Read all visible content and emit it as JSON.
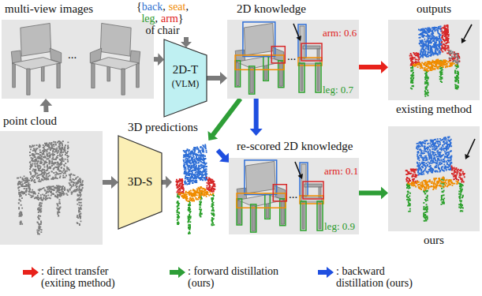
{
  "diagram": {
    "nodes": [
      {
        "text": [
          "multi-view images",
          "..."
        ]
      },
      {
        "text": [
          "2D-T",
          "(VLM)"
        ]
      },
      {
        "text": [
          "2D knowledge",
          "...",
          "arm: 0.6",
          "leg: 0.7"
        ]
      },
      {
        "text": [
          "outputs",
          "existing method"
        ]
      },
      {
        "text": [
          "point cloud"
        ]
      },
      {
        "text": [
          "3D-S"
        ]
      },
      {
        "text": [
          "3D predictions"
        ]
      },
      {
        "text": [
          "re-scored 2D knowledge",
          "...",
          "arm: 0.1",
          "leg: 0.9"
        ]
      },
      {
        "text": [
          "ours"
        ]
      }
    ],
    "edges": [
      {
        "from": 4,
        "to": 0,
        "arrow": "to"
      },
      {
        "from": 0,
        "to": 1,
        "arrow": "to"
      },
      {
        "from": 1,
        "to": 2,
        "arrow": "to"
      },
      {
        "from": 2,
        "to": 3,
        "arrow": "to"
      },
      {
        "from": 4,
        "to": 5,
        "arrow": "to"
      },
      {
        "from": 5,
        "to": 6,
        "arrow": "to"
      },
      {
        "from": 2,
        "to": 6,
        "arrow": "to"
      },
      {
        "from": 2,
        "to": 7,
        "arrow": "to"
      },
      {
        "from": 6,
        "to": 7,
        "arrow": "to"
      },
      {
        "from": 7,
        "to": 8,
        "arrow": "to"
      }
    ],
    "labels": [
      "{",
      "back",
      ",",
      "seat",
      ",",
      "leg",
      ",",
      "arm",
      "}",
      "of chair"
    ],
    "legend": [
      {
        "text": ": direct transfer (exiting method)",
        "color": "#e8221b"
      },
      {
        "text": ": forward distillation (ours)",
        "color": "#2e9e37"
      },
      {
        "text": ": backward distillation (ours)",
        "color": "#1f4fe0"
      }
    ]
  }
}
